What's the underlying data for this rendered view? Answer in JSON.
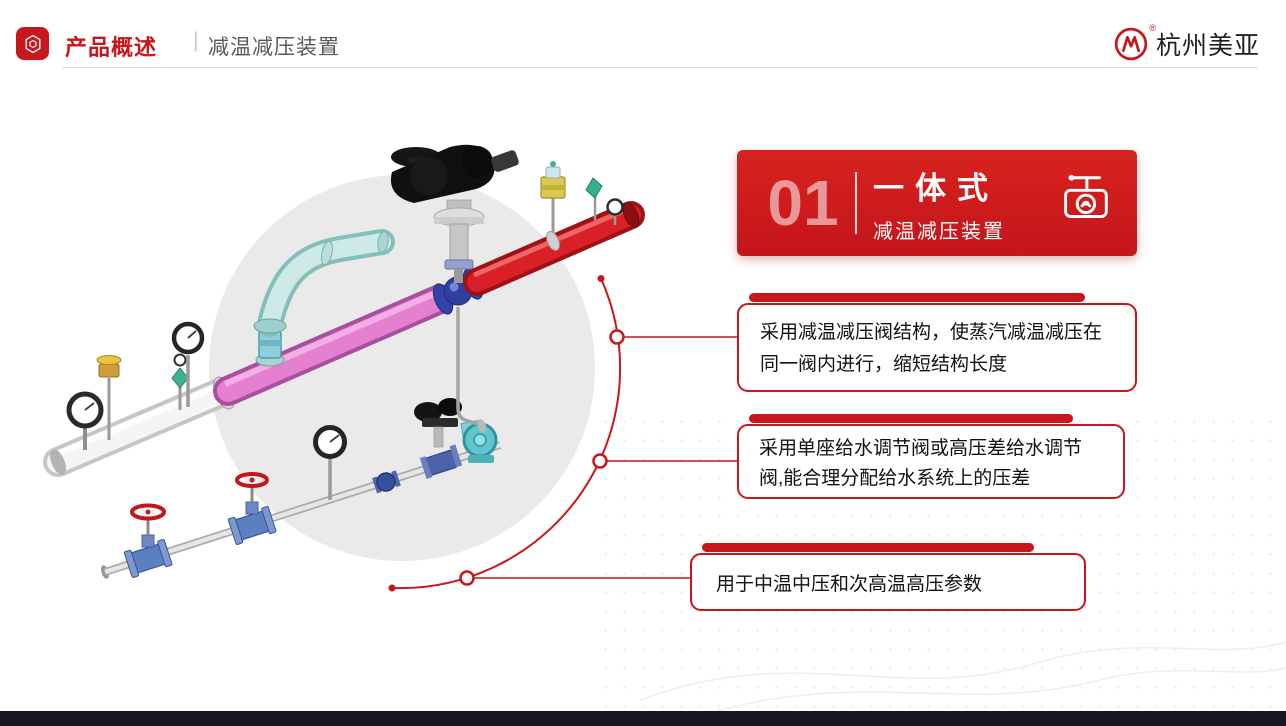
{
  "header": {
    "icon": "cube-icon",
    "title": "产品概述",
    "separator": "|",
    "subtitle": "减温减压装置",
    "brand": {
      "name": "杭州美亚",
      "mark": "M",
      "reg": "®"
    }
  },
  "banner": {
    "number": "01",
    "title": "一体式",
    "subtitle": "减温减压装置",
    "icon": "valve-icon"
  },
  "callouts": [
    {
      "text": "采用减温减压阀结构，使蒸汽减温减压在同一阀内进行，缩短结构长度"
    },
    {
      "text": "采用单座给水调节阀或高压差给水调节阀,能合理分配给水系统上的压差"
    },
    {
      "text": "用于中温中压和次高温高压参数"
    }
  ],
  "illustration": {
    "description": "减温减压装置三维管路图"
  },
  "colors": {
    "accent": "#C8161D",
    "banner_red": "#C4151B",
    "footer": "#16161E",
    "circle_bg": "#EAEAEA"
  }
}
